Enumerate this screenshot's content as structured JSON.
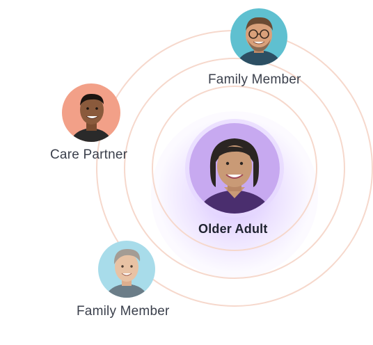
{
  "nodes": {
    "top_right": {
      "label": "Family Member",
      "bg": "#5fc0d0",
      "shirt": "#2c4f63",
      "skin": "#d9a07a",
      "hair": "#6b4a32"
    },
    "left": {
      "label": "Care Partner",
      "bg": "#f2a088",
      "shirt": "#2a2a2a",
      "skin": "#8a5a3c",
      "hair": "#1c1410"
    },
    "center": {
      "label": "Older Adult",
      "bg": "#c7a9f0",
      "shirt": "#4a2e6e",
      "skin": "#c99a76",
      "hair": "#2b2522"
    },
    "bottom_left": {
      "label": "Family Member",
      "bg": "#a8dcea",
      "shirt": "#6b7d88",
      "skin": "#e8c2a4",
      "hair": "#a49c94"
    }
  },
  "colors": {
    "ring": "#f6d8cc",
    "glow": "#b28cff"
  }
}
